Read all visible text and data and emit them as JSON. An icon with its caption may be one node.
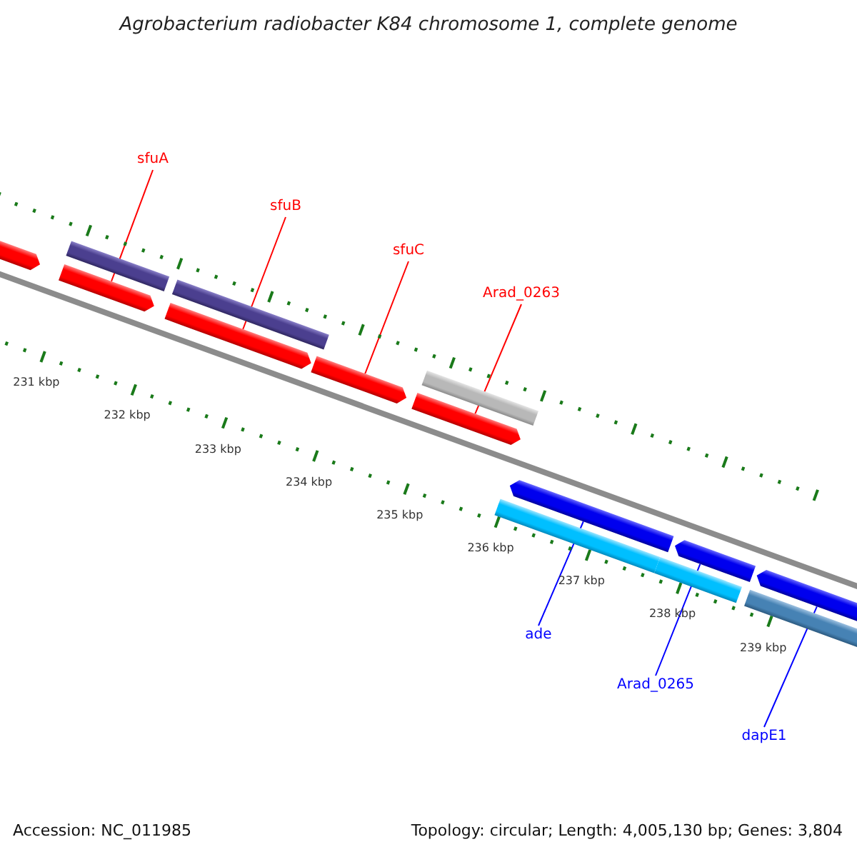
{
  "diagram": {
    "title": "Agrobacterium radiobacter K84 chromosome 1, complete genome",
    "nodes": [
      {
        "text": [
          "sfuA"
        ]
      },
      {
        "text": [
          "sfuB"
        ]
      },
      {
        "text": [
          "sfuC"
        ]
      },
      {
        "text": [
          "Arad_0263"
        ]
      },
      {
        "text": [
          "ade"
        ]
      },
      {
        "text": [
          "Arad_0265"
        ]
      },
      {
        "text": [
          "dapE1"
        ]
      },
      {
        "text": [],
        "shape": "bar"
      },
      {
        "text": [],
        "shape": "bar"
      },
      {
        "text": [],
        "shape": "bar"
      },
      {
        "text": [],
        "shape": "bar"
      },
      {
        "text": [],
        "shape": "bar"
      },
      {
        "text": [],
        "shape": "bar"
      },
      {
        "text": [],
        "shape": "bar"
      },
      {
        "text": [],
        "shape": "bar"
      },
      {
        "text": [],
        "shape": "bar"
      },
      {
        "text": [],
        "shape": "bar"
      },
      {
        "text": [],
        "shape": "bar"
      },
      {
        "text": [],
        "shape": "bar"
      },
      {
        "text": [],
        "shape": "bar"
      },
      {
        "text": [],
        "shape": "bar"
      }
    ],
    "edges": [
      {
        "from": 0,
        "to": 9,
        "arrow": "none",
        "color": "#ff0000"
      },
      {
        "from": 1,
        "to": 11,
        "arrow": "none",
        "color": "#ff0000"
      },
      {
        "from": 2,
        "to": 12,
        "arrow": "none",
        "color": "#ff0000"
      },
      {
        "from": 3,
        "to": 14,
        "arrow": "none",
        "color": "#ff0000"
      },
      {
        "from": 4,
        "to": 16,
        "arrow": "none",
        "color": "#0000ff"
      },
      {
        "from": 5,
        "to": 18,
        "arrow": "none",
        "color": "#0000ff"
      },
      {
        "from": 6,
        "to": 20,
        "arrow": "none",
        "color": "#0000ff"
      }
    ],
    "labels": [
      "231 kbp",
      "232 kbp",
      "233 kbp",
      "234 kbp",
      "235 kbp",
      "236 kbp",
      "237 kbp",
      "238 kbp",
      "239 kbp",
      "Accession: NC_011985",
      "Topology: circular; Length: 4,005,130 bp; Genes: 3,804"
    ]
  }
}
